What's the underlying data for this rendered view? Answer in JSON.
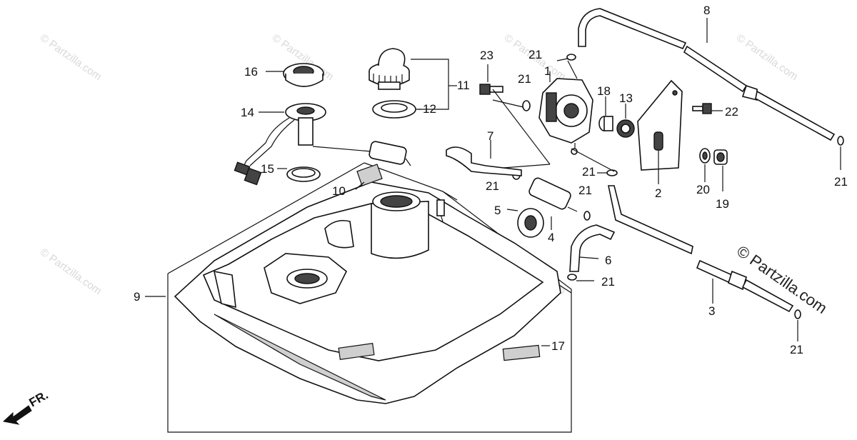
{
  "diagram": {
    "watermark_small": "© Partzilla.com",
    "watermark_large": "© Partzilla.com",
    "front_marker": "FR.",
    "callouts": {
      "p1": "1",
      "p2": "2",
      "p3": "3",
      "p4": "4",
      "p5": "5",
      "p6": "6",
      "p7": "7",
      "p8": "8",
      "p9": "9",
      "p10": "10",
      "p11": "11",
      "p12": "12",
      "p13": "13",
      "p14": "14",
      "p15": "15",
      "p16": "16",
      "p17": "17",
      "p18": "18",
      "p19": "19",
      "p20": "20",
      "p22": "22",
      "p23": "23",
      "p21": "21"
    }
  }
}
